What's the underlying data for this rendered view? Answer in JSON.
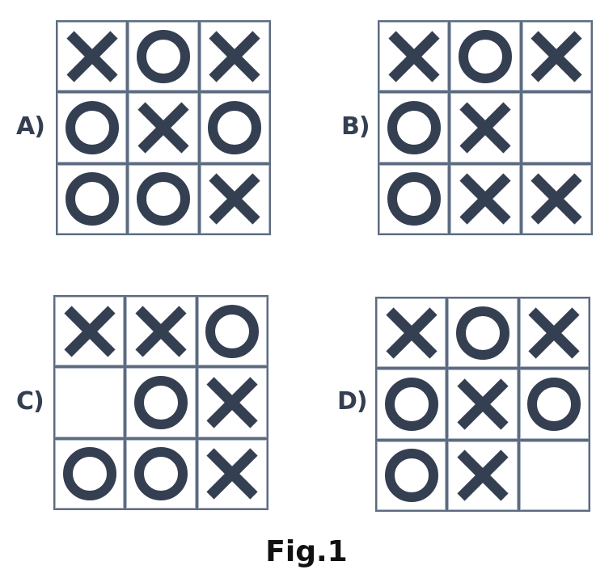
{
  "figure": {
    "caption": "Fig.1",
    "colors": {
      "symbol": "#353f52",
      "grid_line": "#5c6b80"
    },
    "options": [
      {
        "label": "A)",
        "cells": [
          [
            "X",
            "O",
            "X"
          ],
          [
            "O",
            "X",
            "O"
          ],
          [
            "O",
            "O",
            "X"
          ]
        ]
      },
      {
        "label": "B)",
        "cells": [
          [
            "X",
            "O",
            "X"
          ],
          [
            "O",
            "X",
            ""
          ],
          [
            "O",
            "X",
            "X"
          ]
        ]
      },
      {
        "label": "C)",
        "cells": [
          [
            "X",
            "X",
            "O"
          ],
          [
            "",
            "O",
            "X"
          ],
          [
            "O",
            "O",
            "X"
          ]
        ]
      },
      {
        "label": "D)",
        "cells": [
          [
            "X",
            "O",
            "X"
          ],
          [
            "O",
            "X",
            "O"
          ],
          [
            "O",
            "X",
            ""
          ]
        ]
      }
    ]
  }
}
